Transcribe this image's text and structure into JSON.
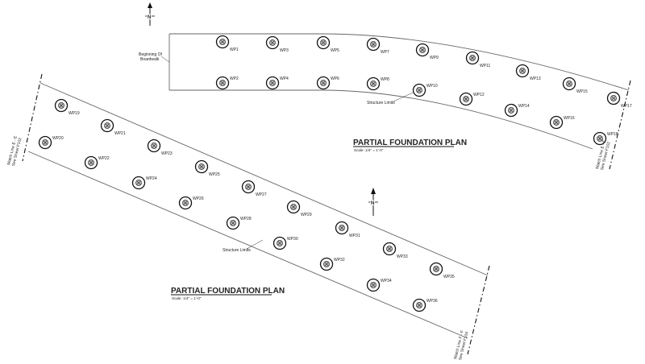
{
  "plan_a": {
    "title": "PARTIAL FOUNDATION PLAN",
    "scale": "Scale: 1/4\" = 1'-0\"",
    "notes": {
      "start": [
        "Beginning Of",
        "Boardwalk"
      ],
      "limits": "Structure Limits"
    },
    "matchline": [
      "Match Line E - E",
      "See Sheet F102"
    ],
    "waypoints": [
      "WP1",
      "WP2",
      "WP3",
      "WP4",
      "WP5",
      "WP6",
      "WP7",
      "WP8",
      "WP9",
      "WP10",
      "WP11",
      "WP12",
      "WP13",
      "WP14",
      "WP15",
      "WP16",
      "WP17",
      "WP18"
    ]
  },
  "plan_b": {
    "title": "PARTIAL FOUNDATION PLAN",
    "scale": "Scale: 1/4\" = 1'-0\"",
    "notes": {
      "limits": "Structure Limits"
    },
    "matchline_left": [
      "Match Line E - E",
      "See Sheet F102"
    ],
    "matchline_right": [
      "Match Line F - F",
      "See Sheet F104"
    ],
    "waypoints": [
      "WP19",
      "WP20",
      "WP21",
      "WP22",
      "WP23",
      "WP24",
      "WP25",
      "WP26",
      "WP27",
      "WP28",
      "WP29",
      "WP30",
      "WP31",
      "WP32",
      "WP33",
      "WP34",
      "WP35",
      "WP36"
    ]
  },
  "north_arrow": "N"
}
